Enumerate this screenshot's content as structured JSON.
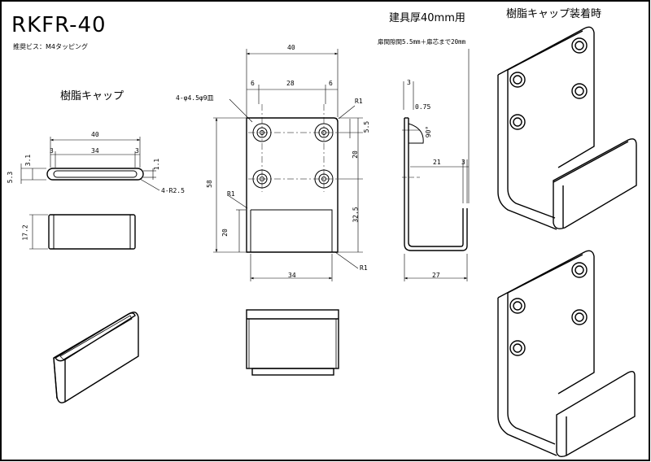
{
  "title": "RKFR-40",
  "subtitle": "推奨ビス：M4タッピング",
  "resin_cap": {
    "heading": "樹脂キャップ",
    "width": "40",
    "side_left": "3",
    "inner": "34",
    "side_right": "3",
    "thick_top": "3.1",
    "thick_total": "5.3",
    "wall": "1.1",
    "radius_note": "4-R2.5",
    "height": "17.2"
  },
  "front_view": {
    "width": "40",
    "off_left": "6",
    "mid": "28",
    "off_right": "6",
    "hole_note": "4-φ4.5φ9皿",
    "corner_top": "R1",
    "corner_left": "R1",
    "corner_bottom": "R1",
    "dim_5_5": "5.5",
    "dim_20": "20",
    "dim_58": "58",
    "dim_32_5": "32.5",
    "dim_20_low": "20",
    "bottom_width": "34"
  },
  "side_view": {
    "heading": "建具厚40mm用",
    "gap_note": "扉間隙間5.5mm＋扉芯まで20mm",
    "dim_3_top": "3",
    "dim_0_75": "0.75",
    "angle": "90°",
    "dim_21": "21",
    "dim_3_side": "3",
    "depth": "27"
  },
  "iso_heading": "樹脂キャップ装着時"
}
